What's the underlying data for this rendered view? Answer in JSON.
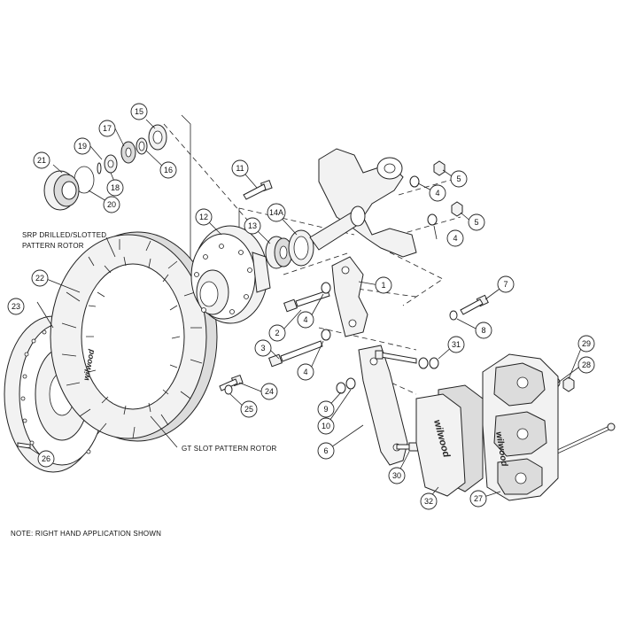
{
  "labels": {
    "srp_rotor_line1": "SRP DRILLED/SLOTTED",
    "srp_rotor_line2": "PATTERN ROTOR",
    "gt_rotor": "GT SLOT PATTERN ROTOR",
    "note": "NOTE: RIGHT HAND APPLICATION SHOWN"
  },
  "brand": "wilwood",
  "callouts": [
    "1",
    "2",
    "3",
    "4",
    "4",
    "4",
    "4",
    "5",
    "5",
    "6",
    "7",
    "8",
    "9",
    "10",
    "11",
    "12",
    "13",
    "14A",
    "15",
    "16",
    "17",
    "18",
    "19",
    "20",
    "21",
    "22",
    "23",
    "24",
    "25",
    "26",
    "27",
    "28",
    "29",
    "30",
    "31",
    "32"
  ]
}
